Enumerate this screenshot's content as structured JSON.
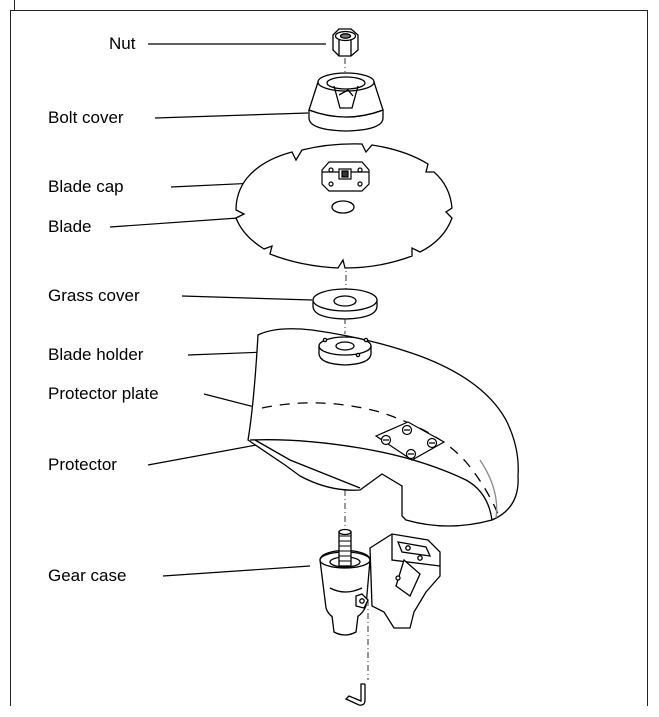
{
  "labels": {
    "nut": "Nut",
    "bolt_cover": "Bolt cover",
    "blade_cap": "Blade cap",
    "blade": "Blade",
    "grass_cover": "Grass cover",
    "blade_holder": "Blade holder",
    "protector_plate": "Protector plate",
    "protector": "Protector",
    "gear_case": "Gear case"
  },
  "colors": {
    "line": "#000000",
    "fill": "#ffffff",
    "shade": "#9a9a9a"
  }
}
